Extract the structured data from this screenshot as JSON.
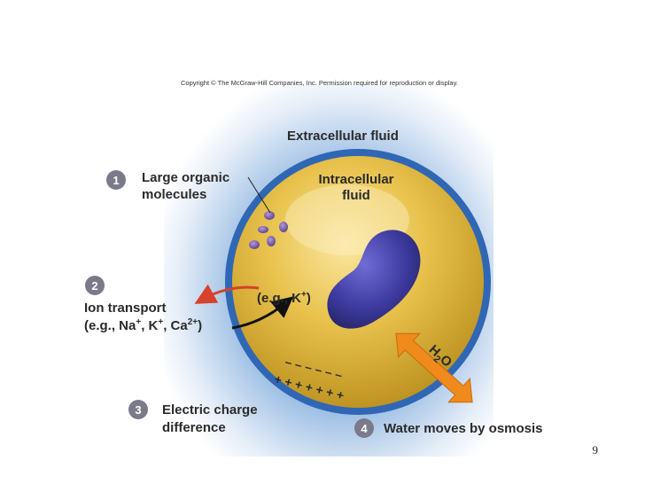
{
  "copyright": "Copyright © The McGraw-Hill Companies, Inc. Permission required for reproduction or display.",
  "labels": {
    "extracellular": "Extracellular fluid",
    "intracellular_line1": "Intracellular",
    "intracellular_line2": "fluid",
    "organic_line1": "Large organic",
    "organic_line2": "molecules",
    "ion_transport": "Ion transport",
    "ion_examples": {
      "prefix": "(e.g., Na",
      "na_sup": "+",
      "mid1": ", K",
      "k_sup": "+",
      "mid2": ", Ca",
      "ca_sup": "2+",
      "suffix": ")"
    },
    "k_example": {
      "prefix": "(e.g., K",
      "sup": "+",
      "suffix": ")"
    },
    "electric_line1": "Electric charge",
    "electric_line2": "difference",
    "water": "Water moves by osmosis",
    "h2o": {
      "h": "H",
      "sub": "2",
      "o": "O"
    },
    "plus_signs": "+ + + + + + +",
    "minus_signs": "– – – – – –"
  },
  "steps": [
    "1",
    "2",
    "3",
    "4"
  ],
  "slide_number": "9",
  "colors": {
    "extracellular_blue": "#6f9fd3",
    "cytoplasm_yellow": "#e7c24a",
    "membrane_blue": "#2f67b5",
    "nucleus_purple": "#3d3a9e",
    "organic_purple": "#7a5aa8",
    "step_badge": "#7a7a8a",
    "ion_arrow_red": "#d8412b",
    "water_arrow_orange": "#f08a1c"
  }
}
